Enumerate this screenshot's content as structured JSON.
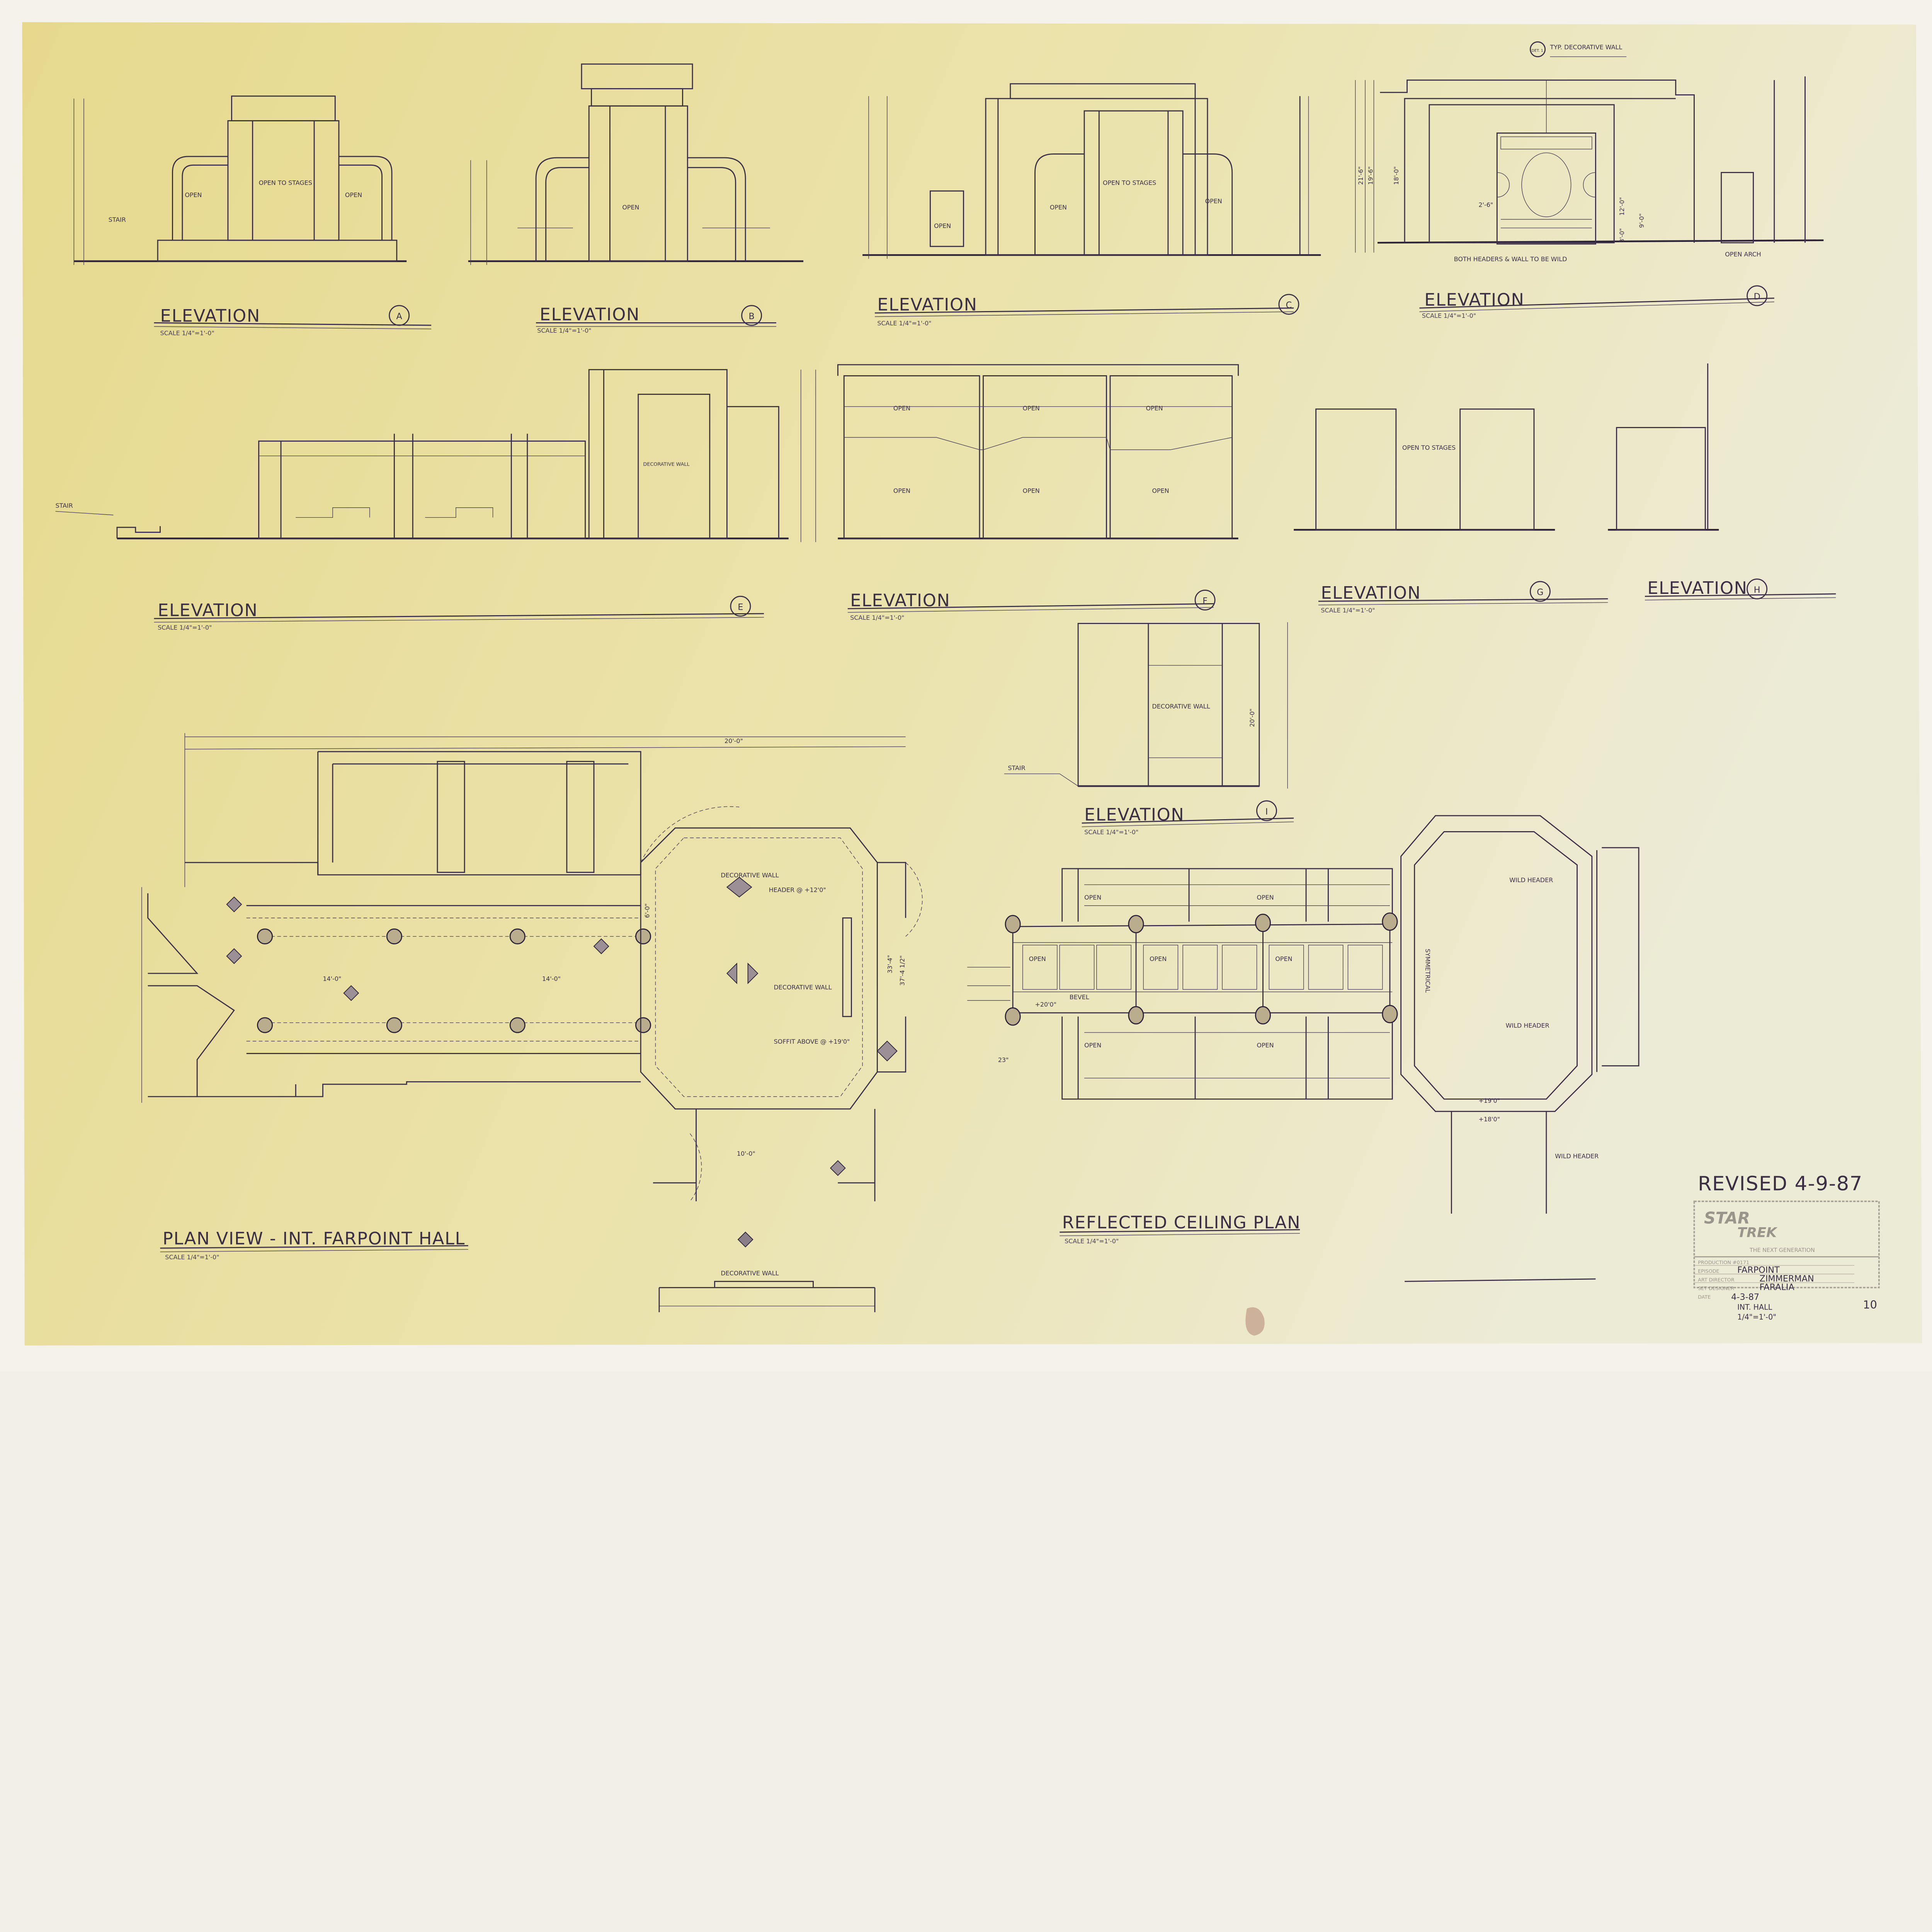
{
  "sheet": {
    "elevations": [
      {
        "title": "ELEVATION",
        "scale": "SCALE 1/4\"=1'-0\"",
        "tag": "A"
      },
      {
        "title": "ELEVATION",
        "scale": "SCALE 1/4\"=1'-0\"",
        "tag": "B"
      },
      {
        "title": "ELEVATION",
        "scale": "SCALE 1/4\"=1'-0\"",
        "tag": "C"
      },
      {
        "title": "ELEVATION",
        "scale": "SCALE 1/4\"=1'-0\"",
        "tag": "D"
      },
      {
        "title": "ELEVATION",
        "scale": "SCALE 1/4\"=1'-0\"",
        "tag": "E"
      },
      {
        "title": "ELEVATION",
        "scale": "SCALE 1/4\"=1'-0\"",
        "tag": "F"
      },
      {
        "title": "ELEVATION",
        "scale": "SCALE 1/4\"=1'-0\"",
        "tag": "G"
      },
      {
        "title": "ELEVATION",
        "scale": "",
        "tag": "H"
      },
      {
        "title": "ELEVATION",
        "scale": "SCALE 1/4\"=1'-0\"",
        "tag": "I"
      }
    ],
    "plan": {
      "title": "PLAN VIEW - INT. FARPOINT HALL",
      "scale": "SCALE 1/4\"=1'-0\""
    },
    "ceiling": {
      "title": "REFLECTED CEILING PLAN",
      "scale": "SCALE 1/4\"=1'-0\""
    },
    "notes": {
      "typ_wall": "TYP. DECORATIVE WALL",
      "det": "DET. 1",
      "headers_wild": "BOTH HEADERS & WALL TO BE WILD",
      "open": "OPEN",
      "decorative_wall": "DECORATIVE WALL",
      "header": "HEADER @ +12'0\"",
      "soffit": "SOFFIT ABOVE @ +19'0\"",
      "wild_header": "WILD HEADER",
      "bevel": "BEVEL",
      "stair": "STAIR",
      "open_to_stages": "OPEN TO STAGES",
      "open_arch": "OPEN ARCH",
      "symmetrical": "SYMMETRICAL",
      "plus20": "+20'0\"",
      "plus19": "+19'0\"",
      "plus18": "+18'0\""
    },
    "dimensions": {
      "d1": "21'-6\"",
      "d2": "19'-6\"",
      "d3": "18'-0\"",
      "d4": "12'-0\"",
      "d5": "9'-0\"",
      "d6": "3'-0\"",
      "d7": "2'-6\"",
      "d8": "10'-0\"",
      "d9": "6'-0\"",
      "d10": "33'-4\"",
      "d11": "37'-4 1/2\"",
      "d12": "20'-0\"",
      "d13": "14'-0\"",
      "d14": "23\""
    },
    "title_block": {
      "revised": "REVISED 4-9-87",
      "logo_line1": "STAR",
      "logo_line2": "TREK",
      "logo_line3": "THE NEXT GENERATION",
      "field_labels": [
        "PRODUCTION #0171",
        "EPISODE",
        "ART DIRECTOR",
        "SET DESIGNER",
        "DATE"
      ],
      "episode": "FARPOINT",
      "art_director": "ZIMMERMAN",
      "set_designer": "FARALIA",
      "date": "4-3-87",
      "set": "INT. HALL",
      "scale": "1/4\"=1'-0\"",
      "sheet_number": "10"
    }
  }
}
